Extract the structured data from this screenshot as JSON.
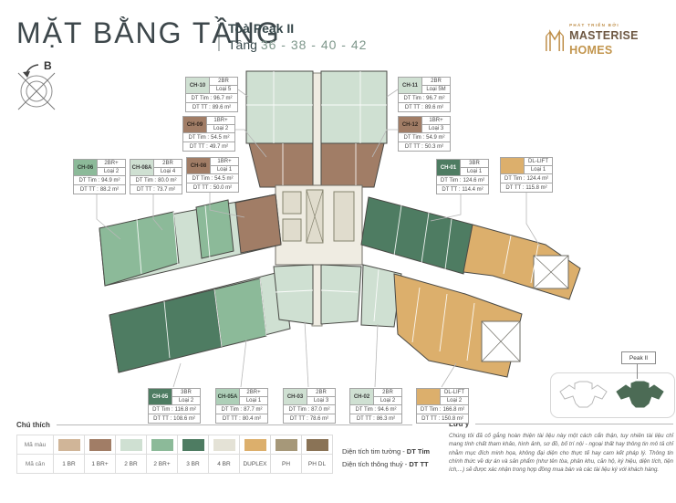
{
  "header": {
    "title": "MẶT BẰNG TẦNG",
    "tower_name": "Toà Peak II",
    "floor_label": "Tầng",
    "floors": "36 - 38 - 40 - 42"
  },
  "logo": {
    "tagline": "PHÁT TRIỂN BỞI",
    "name1": "MASTERISE",
    "name2": "HOMES"
  },
  "compass": {
    "north_label": "B"
  },
  "labels": {
    "dt_tim": "DT Tim :",
    "dt_tt": "DT TT :"
  },
  "units": [
    {
      "code": "CH-10",
      "type": "2BR",
      "variant": "Loại 5",
      "tim": "96.7 m²",
      "tt": "89.6 m²",
      "color": "#cfe0d2",
      "text": "#3b3b3b"
    },
    {
      "code": "CH-11",
      "type": "2BR",
      "variant": "Loại 5M",
      "tim": "96.7 m²",
      "tt": "89.6 m²",
      "color": "#cfe0d2",
      "text": "#3b3b3b"
    },
    {
      "code": "CH-09",
      "type": "1BR+",
      "variant": "Loại 2",
      "tim": "54.5 m²",
      "tt": "49.7 m²",
      "color": "#a17d66",
      "text": "#332820"
    },
    {
      "code": "CH-12",
      "type": "1BR+",
      "variant": "Loại 3",
      "tim": "54.9 m²",
      "tt": "50.3 m²",
      "color": "#a17d66",
      "text": "#332820"
    },
    {
      "code": "CH-06",
      "type": "2BR+",
      "variant": "Loại 2",
      "tim": "94.9 m²",
      "tt": "88.2 m²",
      "color": "#8cba99",
      "text": "#2e3b32"
    },
    {
      "code": "CH-08A",
      "type": "2BR",
      "variant": "Loại 4",
      "tim": "80.0 m²",
      "tt": "73.7 m²",
      "color": "#cfe0d2",
      "text": "#3b3b3b"
    },
    {
      "code": "CH-08",
      "type": "1BR+",
      "variant": "Loại 1",
      "tim": "54.5 m²",
      "tt": "50.0 m²",
      "color": "#a17d66",
      "text": "#332820"
    },
    {
      "code": "CH-01",
      "type": "3BR",
      "variant": "Loại 1",
      "tim": "124.6 m²",
      "tt": "114.4 m²",
      "color": "#4e7c62",
      "text": "#ffffff"
    },
    {
      "code": "",
      "type": "DL-LIFT",
      "variant": "Loại 1",
      "tim": "124.4 m²",
      "tt": "115.8 m²",
      "color": "#dcaf6c",
      "text": "#3b3b3b"
    },
    {
      "code": "CH-05",
      "type": "3BR",
      "variant": "Loại 2",
      "tim": "116.8 m²",
      "tt": "108.6 m²",
      "color": "#4e7c62",
      "text": "#ffffff"
    },
    {
      "code": "CH-05A",
      "type": "2BR+",
      "variant": "Loại 1",
      "tim": "87.7 m²",
      "tt": "80.4 m²",
      "color": "#aecfb8",
      "text": "#2e3b32"
    },
    {
      "code": "CH-03",
      "type": "2BR",
      "variant": "Loại 3",
      "tim": "87.0 m²",
      "tt": "78.6 m²",
      "color": "#cfe0d2",
      "text": "#3b3b3b"
    },
    {
      "code": "CH-02",
      "type": "2BR",
      "variant": "Loại 2",
      "tim": "94.6 m²",
      "tt": "86.3 m²",
      "color": "#cfe0d2",
      "text": "#3b3b3b"
    },
    {
      "code": "",
      "type": "DL-LIFT",
      "variant": "Loại 2",
      "tim": "166.8 m²",
      "tt": "150.8 m²",
      "color": "#dcaf6c",
      "text": "#3b3b3b"
    }
  ],
  "legend": {
    "title": "Chú thích",
    "row1_label": "Mã màu",
    "row2_label": "Mã căn",
    "items": [
      {
        "label": "1 BR",
        "color": "#d0b598"
      },
      {
        "label": "1 BR+",
        "color": "#a17d66"
      },
      {
        "label": "2 BR",
        "color": "#cfe0d2"
      },
      {
        "label": "2 BR+",
        "color": "#8cba99"
      },
      {
        "label": "3 BR",
        "color": "#4e7c62"
      },
      {
        "label": "4 BR",
        "color": "#e4e2d6"
      },
      {
        "label": "DUPLEX",
        "color": "#dcaf6c"
      },
      {
        "label": "PH",
        "color": "#a69879"
      },
      {
        "label": "PH DL",
        "color": "#8a7356"
      }
    ]
  },
  "area_notes": {
    "line1_prefix": "Diện tích tim tường - ",
    "line1_bold": "DT Tim",
    "line2_prefix": "Diện tích thông thuỷ - ",
    "line2_bold": "DT TT"
  },
  "notes": {
    "title": "Lưu ý",
    "body": "Chúng tôi đã cố gắng hoàn thiện tài liệu này một cách cẩn thận, tuy nhiên tài liệu chỉ mang tính chất tham khảo, hình ảnh, sơ đồ, bố trí nội - ngoại thất hay thông tin mô tả chỉ nhằm mục đích minh họa, không đại diện cho thực tế hay cam kết pháp lý. Thông tin chính thức về dự án và sản phẩm (như tên tòa, phân khu, căn hộ, ký hiệu, diện tích, tiện ích,...) sẽ được xác nhận trong hợp đồng mua bán và các tài liệu ký với khách hàng."
  },
  "minimap": {
    "highlight_label": "Peak II"
  },
  "palette": {
    "mint_2br": "#cfe0d2",
    "green_2brp": "#8cba99",
    "dark_3br": "#4e7c62",
    "tan_1br": "#d0b598",
    "brown_1brp": "#a17d66",
    "pale_4br": "#e4e2d6",
    "duplex": "#dcaf6c",
    "ph": "#a69879",
    "ph_dl": "#8a7356",
    "gold_logo": "#bd8c45",
    "teal_text": "#7e978b",
    "cream_core": "#efece2"
  }
}
